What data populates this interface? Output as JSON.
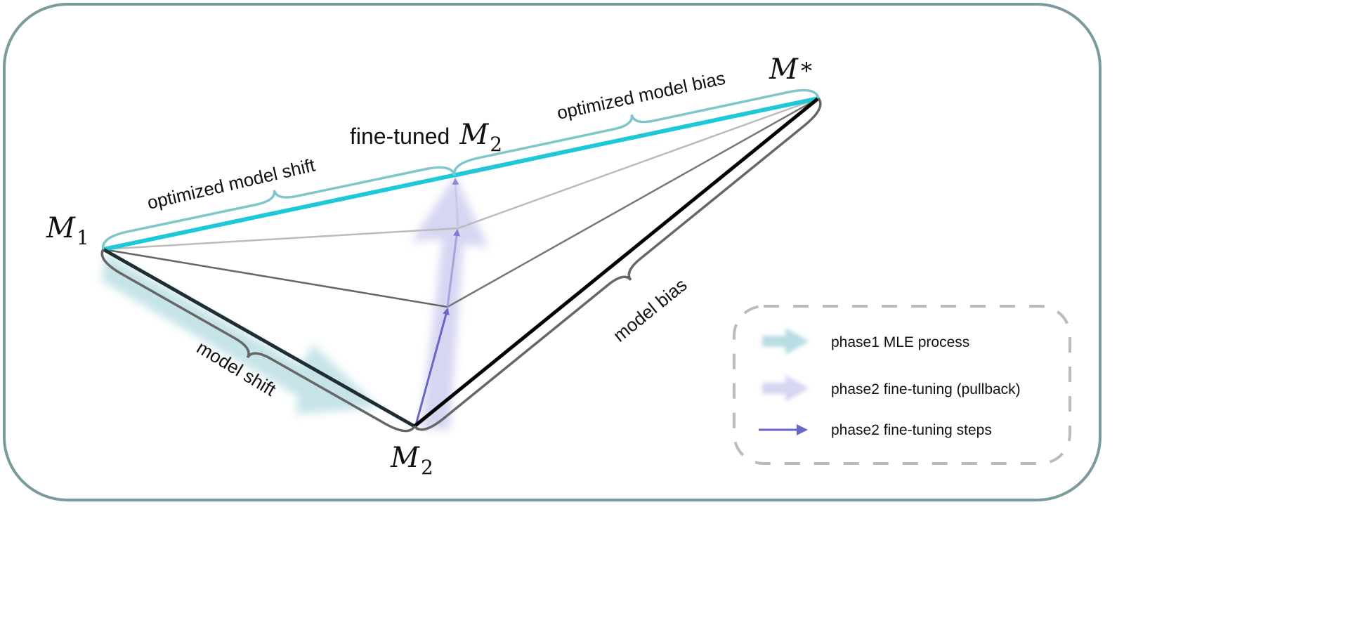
{
  "nodes": {
    "m1": {
      "base": "M",
      "sub": "1"
    },
    "m2": {
      "base": "M",
      "sub": "2"
    },
    "mstar": {
      "base": "M",
      "sup": "*"
    },
    "fine_tuned": {
      "prefix": "fine-tuned",
      "base": "M",
      "sub": "2"
    }
  },
  "labels": {
    "optimized_model_shift": "optimized model shift",
    "optimized_model_bias": "optimized model bias",
    "model_shift": "model shift",
    "model_bias": "model bias"
  },
  "legend": [
    {
      "label": "phase1 MLE process",
      "icon": "cyan-blur-arrow-icon"
    },
    {
      "label": "phase2 fine-tuning (pullback)",
      "icon": "purple-blur-arrow-icon"
    },
    {
      "label": "phase2 fine-tuning steps",
      "icon": "purple-arrow-icon"
    }
  ],
  "colors": {
    "frame": "#7a9a9c",
    "optimized_line": "#1ec8d8",
    "optimized_brace": "#7cc6cc",
    "main_line": "#000000",
    "brace_gray": "#666666",
    "step_arrow": "#6a66c8",
    "phase1_arrow": "#b8dde3",
    "phase2_arrow": "#c9c8ee"
  }
}
